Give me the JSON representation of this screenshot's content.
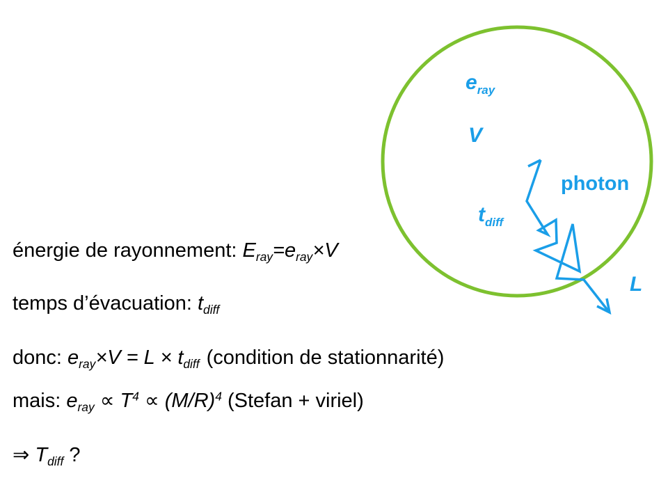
{
  "diagram": {
    "labels": {
      "e_ray": {
        "main": "e",
        "sub": "ray"
      },
      "V": "V",
      "photon": "photon",
      "t_diff": {
        "main": "t",
        "sub": "diff"
      },
      "L": "L"
    },
    "colors": {
      "circle": "#7dc12f",
      "photon": "#1a9ee8",
      "text": "#000000"
    }
  },
  "text": {
    "line1": {
      "prefix": "énergie de rayonnement: ",
      "E": "E",
      "E_sub": "ray",
      "eq": "=",
      "e": "e",
      "e_sub": "ray",
      "times": "×",
      "V": "V"
    },
    "line2": {
      "prefix": "temps d’évacuation: ",
      "t": "t",
      "t_sub": "diff"
    },
    "line3": {
      "prefix": "donc: ",
      "e": "e",
      "e_sub": "ray",
      "times1": "×",
      "V": "V",
      "eq": " = ",
      "L": "L",
      "times2": " × ",
      "t": "t",
      "t_sub": "diff",
      "suffix": "(condition de stationnarité)"
    },
    "line4": {
      "prefix": "mais: ",
      "e": "e",
      "e_sub": "ray",
      "prop1": " ∝ ",
      "T": "T",
      "T_sup": "4",
      "prop2": " ∝ ",
      "MR": "(M/R)",
      "MR_sup": "4",
      "suffix": " (Stefan + viriel)"
    },
    "line5": {
      "implies": "⇒",
      "T": " T",
      "T_sub": "diff",
      "q": " ?"
    }
  }
}
